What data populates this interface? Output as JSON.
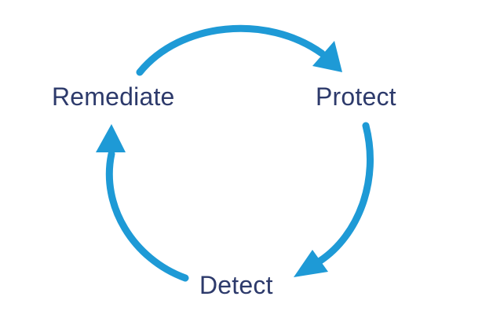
{
  "diagram": {
    "labels": {
      "remediate": "Remediate",
      "protect": "Protect",
      "detect": "Detect"
    },
    "colors": {
      "arrow": "#1e9ad6",
      "text": "#2d3a6b",
      "background": "#ffffff"
    },
    "icons": {
      "arrow_1": "curved-arrow-icon",
      "arrow_2": "curved-arrow-icon",
      "arrow_3": "curved-arrow-icon"
    }
  }
}
